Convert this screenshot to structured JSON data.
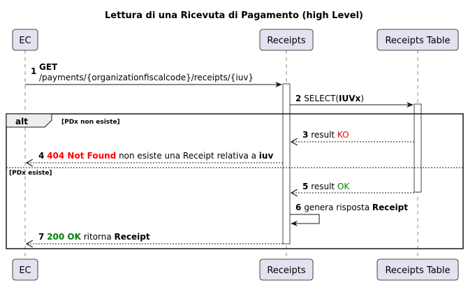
{
  "title": "Lettura di una Ricevuta di Pagamento (high Level)",
  "participants": [
    "EC",
    "Receipts",
    "Receipts Table"
  ],
  "messages": {
    "m1": {
      "num": "1",
      "line1": "GET",
      "line2": "/payments/{organizationfiscalcode}/receipts/{iuv}"
    },
    "m2": {
      "num": "2",
      "pre": "SELECT(",
      "bold": "IUVx",
      "post": ")"
    },
    "m3": {
      "num": "3",
      "pre": "result ",
      "status": "KO"
    },
    "m4": {
      "num": "4",
      "status": "404 Not Found",
      "mid": " non esiste una Receipt relativa a ",
      "bold": "iuv"
    },
    "m5": {
      "num": "5",
      "pre": "result ",
      "status": "OK"
    },
    "m6": {
      "num": "6",
      "pre": "genera risposta ",
      "bold": "Receipt"
    },
    "m7": {
      "num": "7",
      "status": "200 OK",
      "mid": " ritorna ",
      "bold": "Receipt"
    }
  },
  "alt": {
    "label": "alt",
    "guard1": "[PDx non esiste]",
    "guard2": "[PDx esiste]"
  },
  "colors": {
    "participant_fill": "#e2e2f0",
    "participant_border": "#181818",
    "lifeline": "#8a8a8a",
    "ko_red": "#ff0000",
    "ok_green": "#008000"
  }
}
